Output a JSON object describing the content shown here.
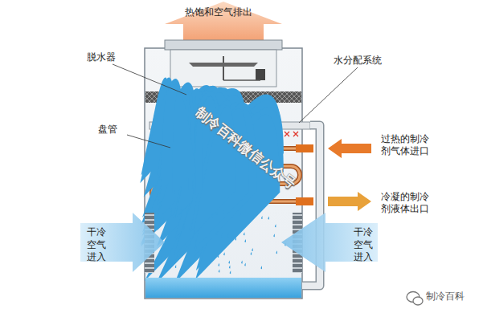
{
  "diagram": {
    "labels": [
      "热饱和空气排出",
      "脱水器",
      "水分配系统",
      "盘管",
      "过热的制冷剂气体进口",
      "冷凝的制冷剂液体出口",
      "干冷空气进入",
      "干冷空气进入",
      "制冷百科微信公众号",
      "制冷百科"
    ]
  }
}
